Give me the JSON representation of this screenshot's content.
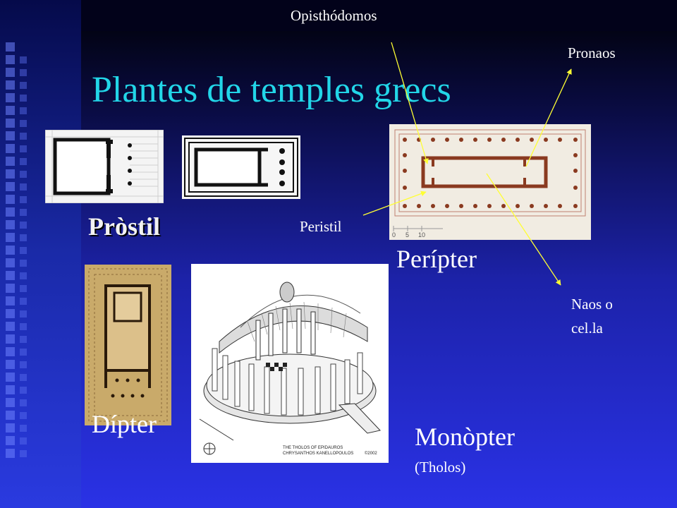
{
  "slide": {
    "title": "Plantes de temples grecs",
    "labels": {
      "prostil": "Pròstil",
      "opisthodomos": "Opisthódomos",
      "pronaos": "Pronaos",
      "peristil": "Peristil",
      "peripter": "Perípter",
      "naos_line1": "Naos o",
      "naos_line2": "cel.la",
      "dipter": "Dípter",
      "monopter": "Monòpter",
      "tholos": "(Tholos)"
    },
    "scale_ticks": [
      "0",
      "5",
      "10"
    ],
    "tholos_caption_line1": "THE THOLOS OF EPIDAUROS",
    "tholos_caption_line2": "CHRYSANTHOS KANELLOPOULOS",
    "tholos_caption_year": "©2002",
    "colors": {
      "title": "#22d6e8",
      "label": "#ffffff",
      "leader_line": "#ffff33",
      "wall": "#8a3a20"
    },
    "icons": [
      "temple-plan-prostyle",
      "temple-plan-amphiprostyle",
      "temple-plan-peripteral",
      "temple-plan-dipteral",
      "tholos-axonometric-drawing"
    ]
  }
}
